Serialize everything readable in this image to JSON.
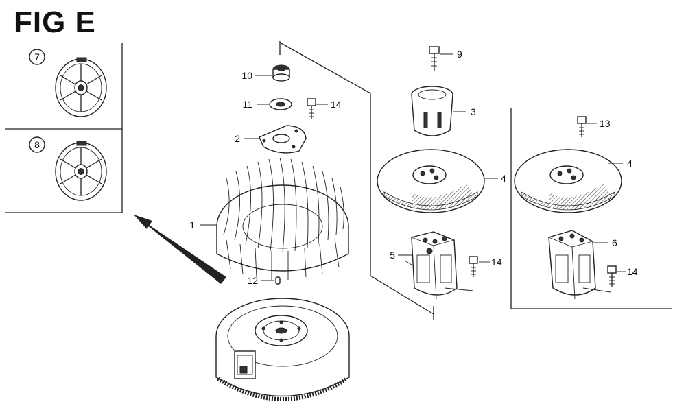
{
  "figure": {
    "title": "FIG E"
  },
  "callouts": [
    {
      "id": "1",
      "text": "1"
    },
    {
      "id": "2",
      "text": "2"
    },
    {
      "id": "3",
      "text": "3"
    },
    {
      "id": "4a",
      "text": "4"
    },
    {
      "id": "4b",
      "text": "4"
    },
    {
      "id": "5",
      "text": "5"
    },
    {
      "id": "6",
      "text": "6"
    },
    {
      "id": "9",
      "text": "9"
    },
    {
      "id": "10",
      "text": "10"
    },
    {
      "id": "11",
      "text": "11"
    },
    {
      "id": "12",
      "text": "12"
    },
    {
      "id": "13",
      "text": "13"
    },
    {
      "id": "14a",
      "text": "14"
    },
    {
      "id": "14b",
      "text": "14"
    },
    {
      "id": "14c",
      "text": "14"
    }
  ],
  "variants": [
    {
      "id": "7",
      "text": "7"
    },
    {
      "id": "8",
      "text": "8"
    }
  ]
}
